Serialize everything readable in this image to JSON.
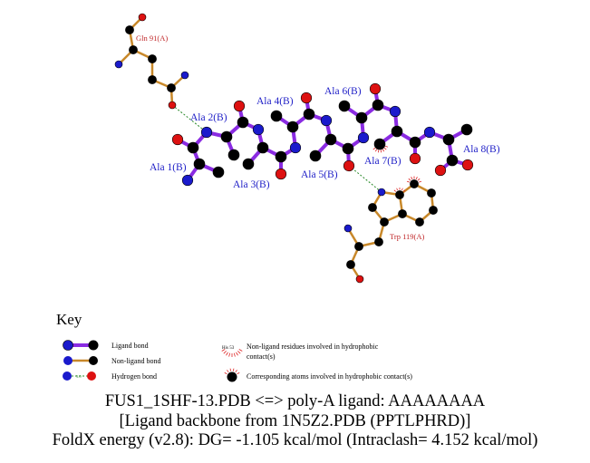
{
  "diagram": {
    "ligand_residue_labels": [
      "Ala 1(B)",
      "Ala 2(B)",
      "Ala 3(B)",
      "Ala 4(B)",
      "Ala 5(B)",
      "Ala 6(B)",
      "Ala 7(B)",
      "Ala 8(B)"
    ],
    "nonligand_residue_labels": [
      "Gln 91(A)",
      "Trp 119(A)"
    ],
    "colors": {
      "ligand_bond": "#8a2be2",
      "nonligand_bond": "#c8882a",
      "hbond": "#2a8a2a",
      "carbon": "#000000",
      "nitrogen": "#1a1acc",
      "oxygen": "#dd1111",
      "residue_label": "#c0282a",
      "ligand_label": "#2323c8"
    }
  },
  "key": {
    "title": "Key",
    "ligand_bond": "Ligand bond",
    "nonligand_bond": "Non-ligand bond",
    "hydrogen_bond": "Hydrogen bond",
    "hbond_length": "3.0",
    "example_residue": "His 53",
    "hydrophobic_residues_line1": "Non-ligand residues involved in hydrophobic",
    "hydrophobic_residues_line2": "contact(s)",
    "hydrophobic_atoms": "Corresponding atoms involved in hydrophobic contact(s)"
  },
  "caption": {
    "line1": "FUS1_1SHF-13.PDB <=> poly-A ligand: AAAAAAAA",
    "line2": "[Ligand backbone from 1N5Z2.PDB (PPTLPHRD)]",
    "line3": "FoldX energy (v2.8): DG= -1.105 kcal/mol (Intraclash= 4.152 kcal/mol)"
  }
}
